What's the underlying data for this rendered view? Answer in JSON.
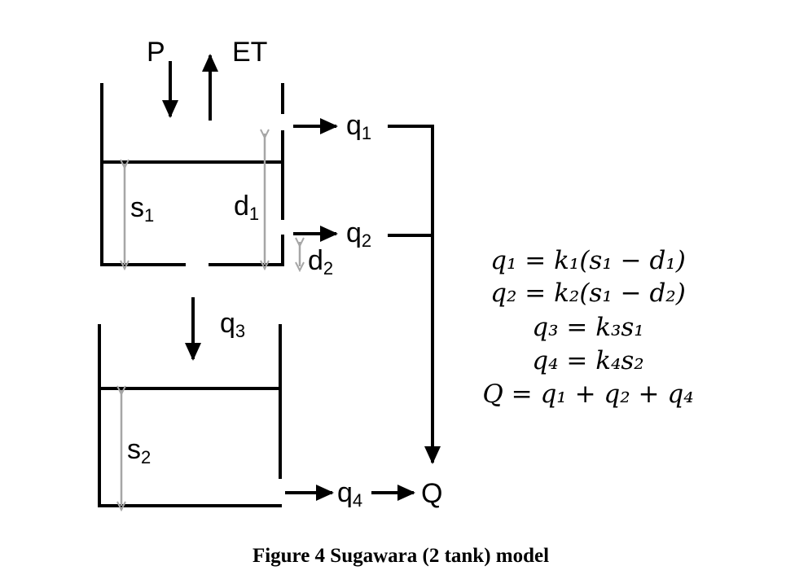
{
  "labels": {
    "P": "P",
    "ET": "ET",
    "q": "q",
    "s": "s",
    "d": "d",
    "Q": "Q",
    "sub1": "1",
    "sub2": "2",
    "sub3": "3",
    "sub4": "4"
  },
  "equations": [
    "q₁ = k₁(s₁ − d₁)",
    "q₂ = k₂(s₁ − d₂)",
    "q₃ = k₃s₁",
    "q₄ = k₄s₂",
    "Q = q₁ + q₂ + q₄"
  ],
  "caption": "Figure 4 Sugawara (2 tank) model"
}
